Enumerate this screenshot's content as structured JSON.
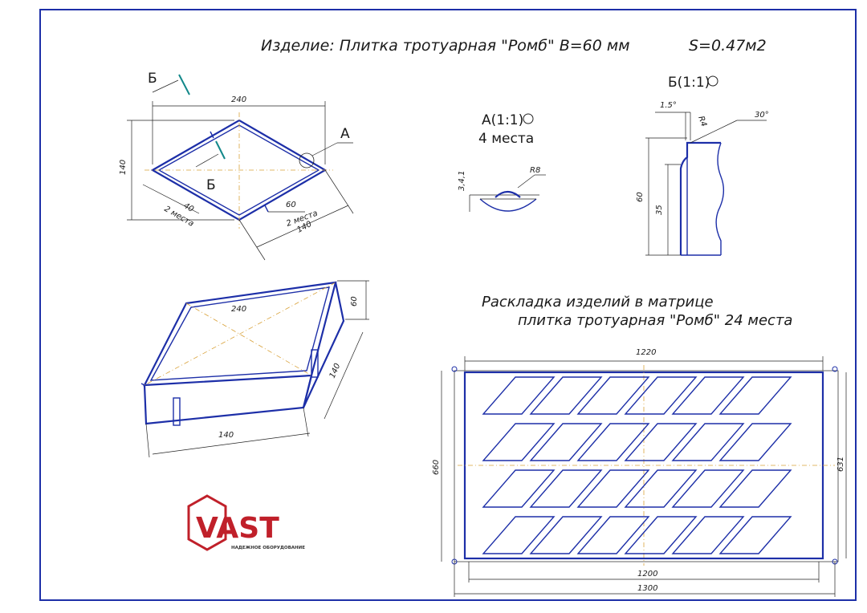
{
  "header": {
    "title": "Изделие: Плитка тротуарная \"Ромб\" В=60 мм",
    "area": "S=0.47м2"
  },
  "view_main": {
    "section_mark": "Б",
    "inner_mark": "Б",
    "detail_mark": "A",
    "dims": {
      "width": "240",
      "height": "140",
      "corner": "40",
      "corner_note": "2 места",
      "notch": "60",
      "notch_note": "2 места",
      "side": "140"
    }
  },
  "detail_a": {
    "title": "A(1:1)",
    "count": "4 места",
    "radius": "R8",
    "height": "3,4,1"
  },
  "detail_b": {
    "title": "Б(1:1)",
    "d1": "1.5°",
    "d2": "R4",
    "angle": "30°",
    "h1": "60",
    "h2": "35"
  },
  "view_iso": {
    "width": "240",
    "height": "60",
    "side": "140",
    "bottom": "140"
  },
  "layout": {
    "title_line1": "Раскладка изделий в матрице",
    "title_line2": "плитка тротуарная \"Ромб\" 24 места",
    "dim_top": "1220",
    "dim_left": "660",
    "dim_right": "631",
    "dim_bottom_inner": "1200",
    "dim_bottom_outer": "1300",
    "rows": 4,
    "cols": 6
  },
  "logo": {
    "name": "VAST",
    "tagline": "НАДЕЖНОЕ ОБОРУДОВАНИЕ",
    "color": "#c0202a"
  },
  "colors": {
    "frame": "#1d2fa8",
    "axis": "#d9a23a",
    "section": "#12888a"
  }
}
